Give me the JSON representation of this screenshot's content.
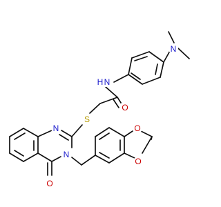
{
  "atoms": {
    "n_dimethyl": {
      "symbol": "N",
      "color": "#1a1acc"
    },
    "n_amide": {
      "symbol": "N",
      "color": "#1a1acc"
    },
    "h_amide": {
      "symbol": "H",
      "color": "#1a1acc"
    },
    "o_amide": {
      "symbol": "O",
      "color": "#cc0000"
    },
    "s_thio": {
      "symbol": "S",
      "color": "#b59b00"
    },
    "n_quin1": {
      "symbol": "N",
      "color": "#1a1acc"
    },
    "n_quin3": {
      "symbol": "N",
      "color": "#1a1acc"
    },
    "o_quin": {
      "symbol": "O",
      "color": "#cc0000"
    },
    "o_diox1": {
      "symbol": "O",
      "color": "#cc0000"
    },
    "o_diox2": {
      "symbol": "O",
      "color": "#cc0000"
    }
  },
  "colors": {
    "bond": "#111111",
    "background": "#ffffff"
  }
}
